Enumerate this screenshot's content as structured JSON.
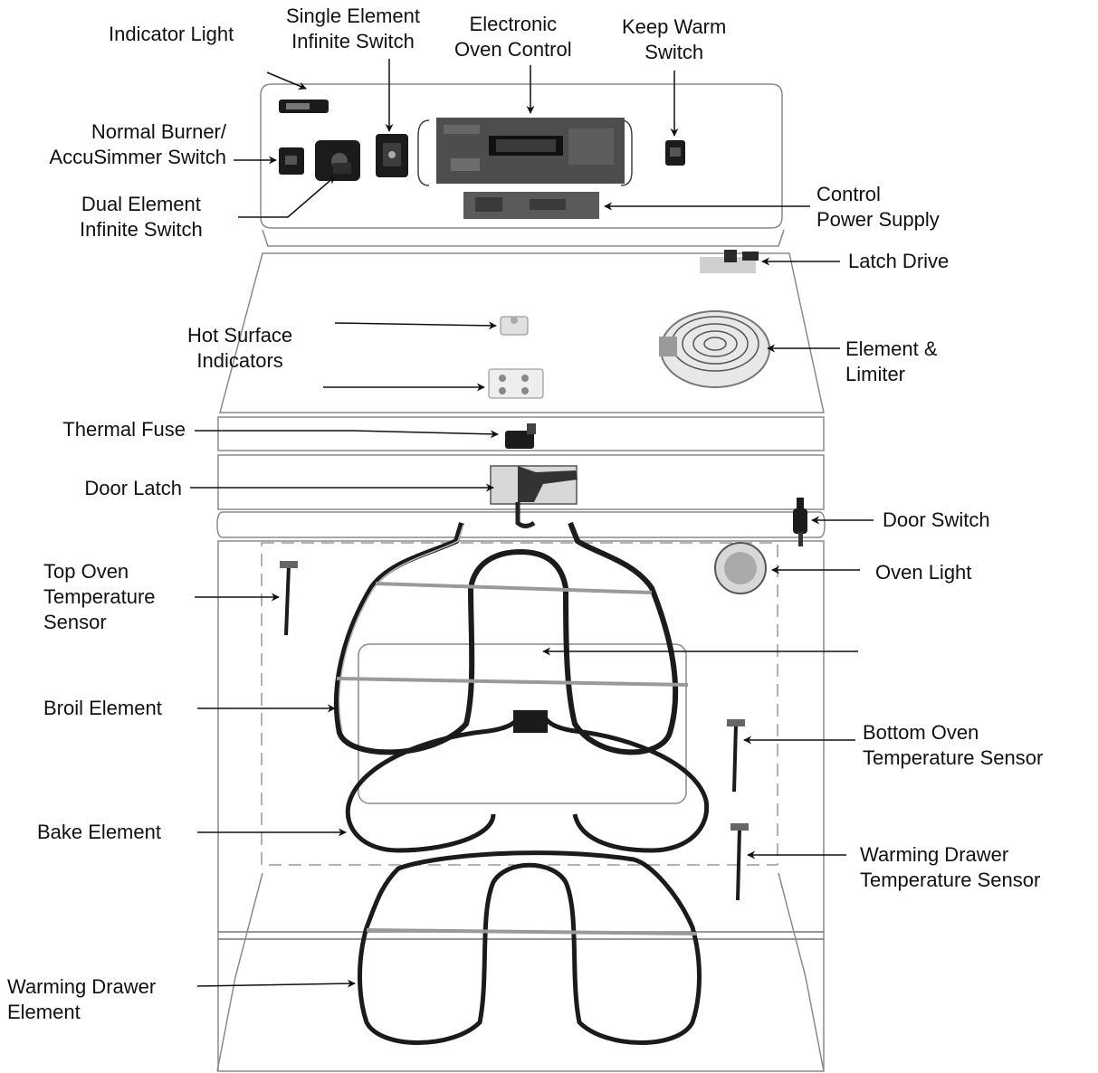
{
  "diagram": {
    "colors": {
      "ink": "#111111",
      "panel_outline": "#8a8a8a",
      "part_dark": "#1b1b1b",
      "part_light": "#d9d9d9",
      "board": "#4d4d4d"
    },
    "labels": {
      "indicator_light": [
        "Indicator Light"
      ],
      "single_element_switch": [
        "Single Element",
        "Infinite Switch"
      ],
      "electronic_oven_control": [
        "Electronic",
        "Oven Control"
      ],
      "keep_warm_switch": [
        "Keep Warm",
        "Switch"
      ],
      "normal_burner_switch": [
        "Normal Burner/",
        "AccuSimmer Switch"
      ],
      "dual_element_switch": [
        "Dual Element",
        "Infinite Switch"
      ],
      "control_power_supply": [
        "Control",
        "Power Supply"
      ],
      "latch_drive": [
        "Latch Drive"
      ],
      "hot_surface_indicators": [
        "Hot Surface",
        "Indicators"
      ],
      "element_limiter": [
        "Element &",
        "Limiter"
      ],
      "thermal_fuse": [
        "Thermal Fuse"
      ],
      "door_latch": [
        "Door Latch"
      ],
      "door_switch": [
        "Door Switch"
      ],
      "top_oven_sensor": [
        "Top Oven",
        "Temperature",
        "Sensor"
      ],
      "oven_light": [
        "Oven Light"
      ],
      "broil_element": [
        "Broil Element"
      ],
      "bottom_oven_sensor": [
        "Bottom Oven",
        "Temperature Sensor"
      ],
      "bake_element": [
        "Bake Element"
      ],
      "warming_drawer_sensor": [
        "Warming Drawer",
        "Temperature Sensor"
      ],
      "warming_drawer_element": [
        "Warming Drawer",
        "Element"
      ]
    }
  }
}
